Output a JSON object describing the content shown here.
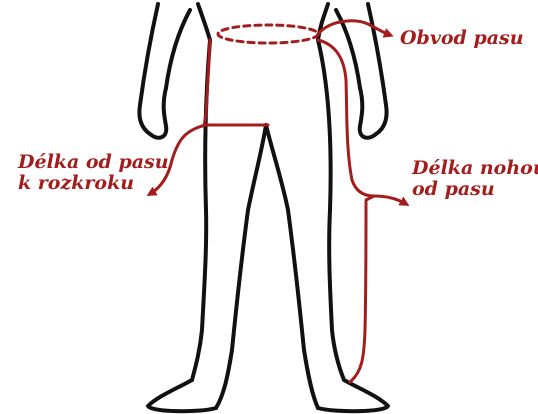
{
  "colors": {
    "outline": "#111111",
    "measure": "#a31d1d",
    "background": "#ffffff"
  },
  "labels": {
    "waist": "Obvod pasu",
    "crotch_line1": "Délka od pasu",
    "crotch_line2": "k rozkroku",
    "leg_line1": "Délka nohou",
    "leg_line2": "od pasu"
  }
}
